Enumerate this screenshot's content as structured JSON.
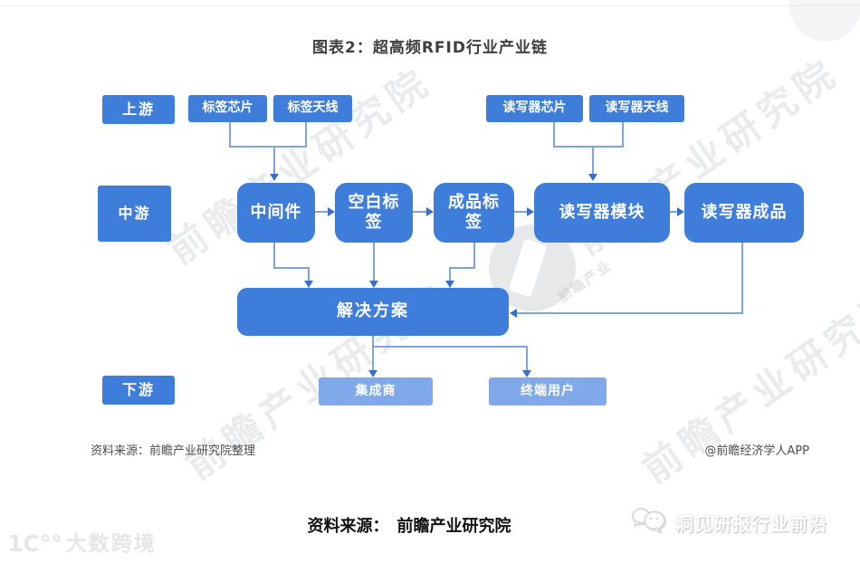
{
  "page": {
    "title": "图表2：超高频RFID行业产业链"
  },
  "chain": {
    "upstream_label": "上游",
    "midstream_label": "中游",
    "downstream_label": "下游",
    "tag_chip": "标签芯片",
    "tag_antenna": "标签天线",
    "reader_chip": "读写器芯片",
    "reader_antenna": "读写器天线",
    "middleware": "中间件",
    "blank_tag": "空白标签",
    "finished_tag": "成品标签",
    "reader_module": "读写器模块",
    "reader_finished": "读写器成品",
    "solution": "解决方案",
    "integrator": "集成商",
    "end_user": "终端用户"
  },
  "notes": {
    "source": "资料来源：前瞻产业研究院整理",
    "credit": "@前瞻经济学人APP"
  },
  "footer": {
    "source_bold": "资料来源：　前瞻产业研究院",
    "brand": "洞见研报行业前沿",
    "corner_watermark": "大数跨境",
    "corner_logo": "1C°°"
  },
  "watermark": {
    "text": "前瞻产业研究院",
    "sub": "前瞻产业"
  },
  "colors": {
    "primary": "#3E7DDA",
    "light_box": "#7FA9E8",
    "line": "#7DA3E0",
    "arrow": "#3A6FC9"
  }
}
